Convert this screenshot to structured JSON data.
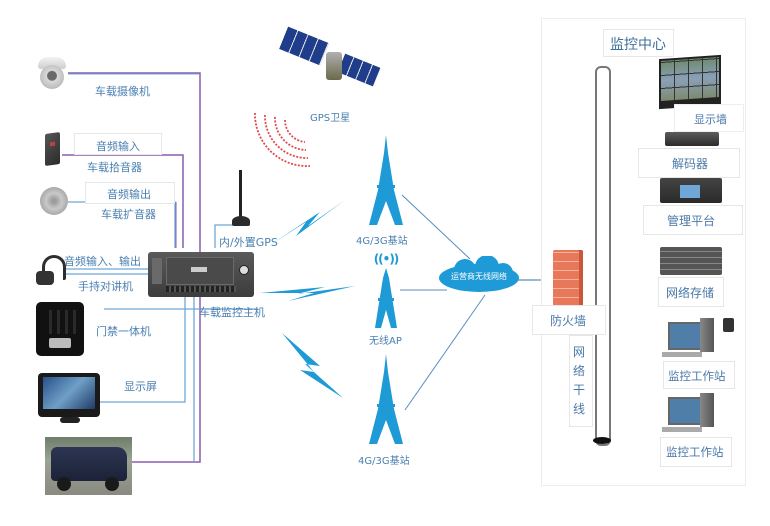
{
  "devices_left": {
    "camera": "车载摄像机",
    "audio_in": "音频输入",
    "pickup": "车载拾音器",
    "audio_out": "音频输出",
    "amplifier": "车载扩音器",
    "audio_io": "音频输入、输出",
    "handheld": "手持对讲机",
    "access": "门禁一体机",
    "display": "显示屏"
  },
  "host": {
    "gps_label": "内/外置GPS",
    "host_label": "车载监控主机"
  },
  "wireless": {
    "satellite": "GPS卫星",
    "tower_top": "4G/3G基站",
    "ap": "无线AP",
    "tower_bottom": "4G/3G基站",
    "cloud": "运营商无线网络"
  },
  "center": {
    "title": "监控中心",
    "video_wall": "显示墙",
    "decoder": "解码器",
    "platform": "管理平台",
    "storage": "网络存储",
    "firewall": "防火墙",
    "backbone": "网络干线",
    "workstation1": "监控工作站",
    "workstation2": "监控工作站"
  },
  "colors": {
    "line_blue": "#6fa8d6",
    "line_purple": "#8a5bb0",
    "accent": "#1e9ad6",
    "label": "#4a7fb0"
  }
}
